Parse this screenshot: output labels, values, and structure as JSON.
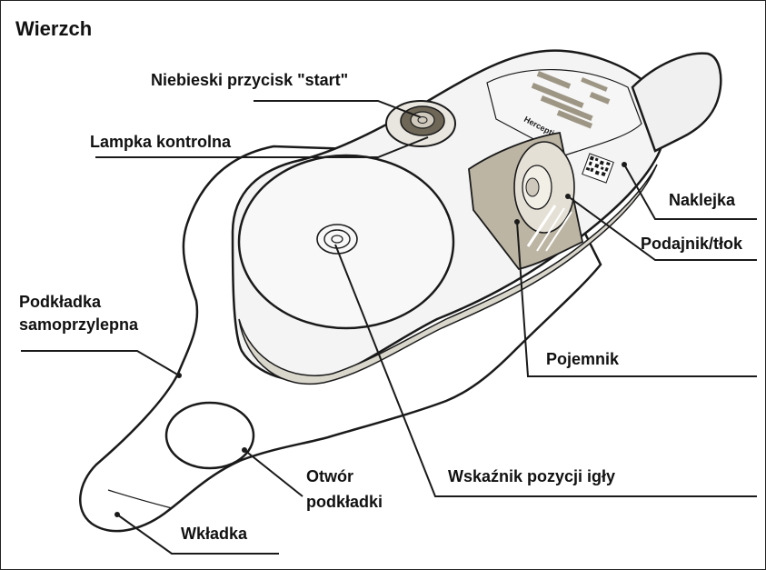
{
  "title": "Wierzch",
  "labels": {
    "start_button": "Niebieski przycisk \"start\"",
    "control_lamp": "Lampka kontrolna",
    "adhesive_pad_line1": "Podkładka",
    "adhesive_pad_line2": "samoprzylepna",
    "pad_hole_line1": "Otwór",
    "pad_hole_line2": "podkładki",
    "insert": "Wkładka",
    "needle_indicator": "Wskaźnik pozycji igły",
    "container": "Pojemnik",
    "feeder_piston": "Podajnik/tłok",
    "sticker": "Naklejka"
  },
  "device_label_text": "Herceptin",
  "colors": {
    "outline": "#1a1a1a",
    "device_body": "#f4f4f4",
    "device_shadow": "#d9d6cc",
    "window_tint": "#bcb5a4",
    "pad_fill": "#ffffff"
  }
}
